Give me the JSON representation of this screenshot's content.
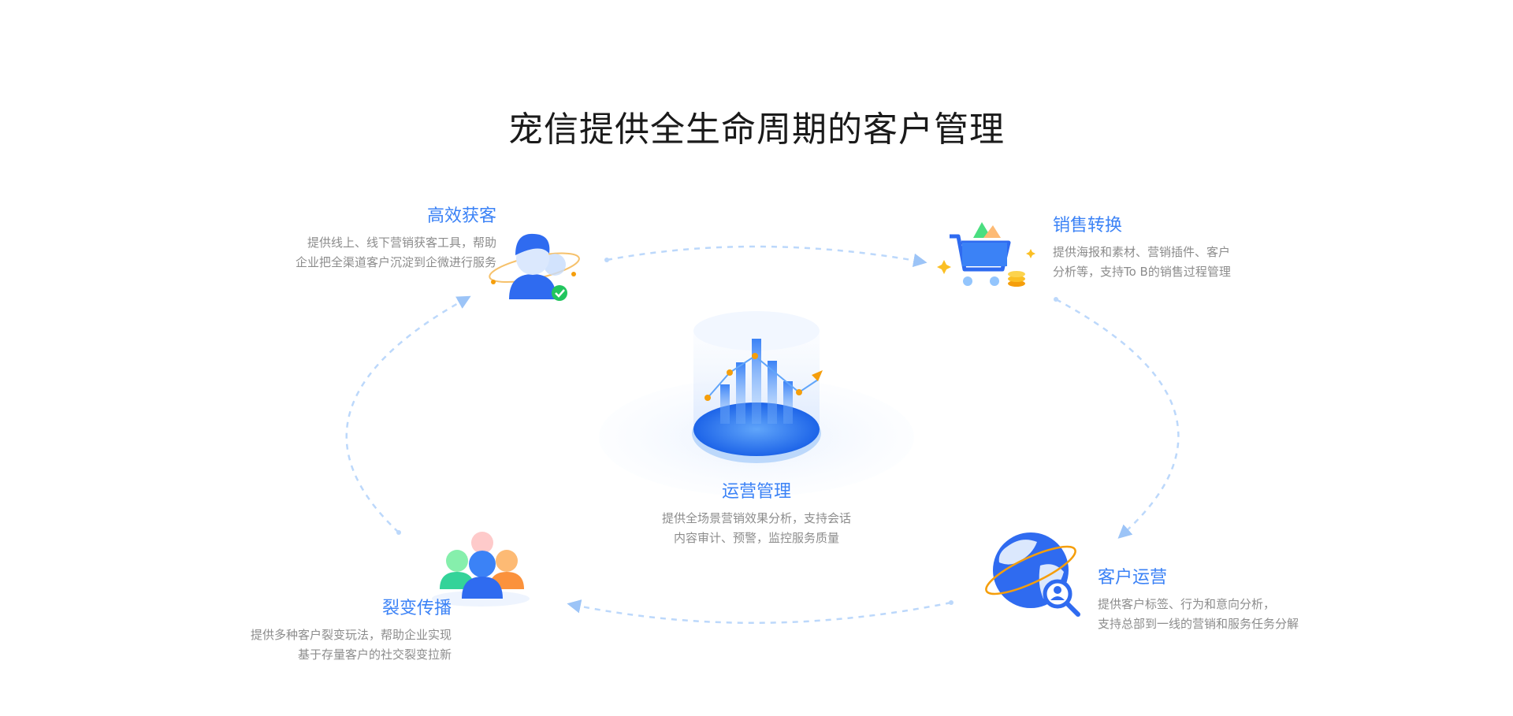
{
  "title": "宠信提供全生命周期的客户管理",
  "colors": {
    "accent": "#3b82f6",
    "title_text": "#1a1a1a",
    "desc_text": "#8c8c8c",
    "dash_line": "#bcd8fb"
  },
  "stages": {
    "acquisition": {
      "icon": "user-check-icon",
      "title": "高效获客",
      "desc_line1": "提供线上、线下营销获客工具，帮助",
      "desc_line2": "企业把全渠道客户沉淀到企微进行服务"
    },
    "sales": {
      "icon": "shopping-cart-icon",
      "title": "销售转换",
      "desc_line1": "提供海报和素材、营销插件、客户",
      "desc_line2": "分析等，支持To B的销售过程管理"
    },
    "operations": {
      "icon": "growth-chart-icon",
      "title": "运营管理",
      "desc_line1": "提供全场景营销效果分析，支持会话",
      "desc_line2": "内容审计、预警，监控服务质量"
    },
    "customer_ops": {
      "icon": "globe-search-icon",
      "title": "客户运营",
      "desc_line1": "提供客户标签、行为和意向分析，",
      "desc_line2": "支持总部到一线的营销和服务任务分解"
    },
    "viral": {
      "icon": "user-group-icon",
      "title": "裂变传播",
      "desc_line1": "提供多种客户裂变玩法，帮助企业实现",
      "desc_line2": "基于存量客户的社交裂变拉新"
    }
  }
}
